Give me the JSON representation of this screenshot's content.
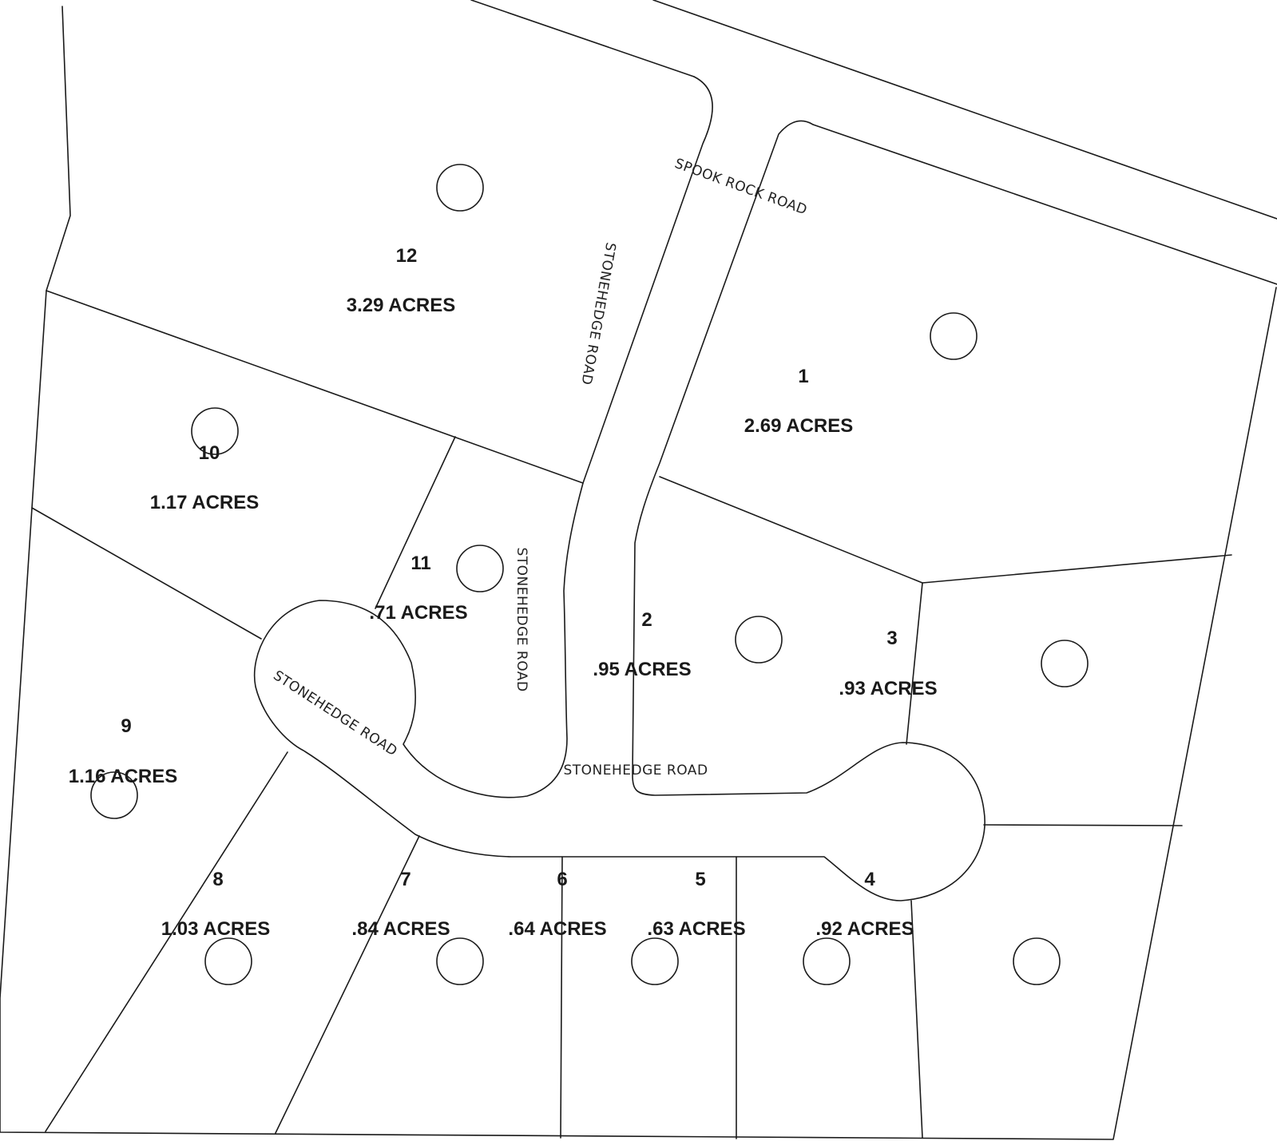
{
  "roads": {
    "spook_rock": "SPOOK ROCK ROAD",
    "stonehedge": "STONEHEDGE ROAD"
  },
  "lots": [
    {
      "number": "1",
      "acres": "2.69 ACRES"
    },
    {
      "number": "2",
      "acres": ".95 ACRES"
    },
    {
      "number": "3",
      "acres": ".93 ACRES"
    },
    {
      "number": "4",
      "acres": ".92 ACRES"
    },
    {
      "number": "5",
      "acres": ".63 ACRES"
    },
    {
      "number": "6",
      "acres": ".64 ACRES"
    },
    {
      "number": "7",
      "acres": ".84 ACRES"
    },
    {
      "number": "8",
      "acres": "1.03 ACRES"
    },
    {
      "number": "9",
      "acres": "1.16 ACRES"
    },
    {
      "number": "10",
      "acres": "1.17 ACRES"
    },
    {
      "number": "11",
      "acres": ".71 ACRES"
    },
    {
      "number": "12",
      "acres": "3.29 ACRES"
    }
  ]
}
